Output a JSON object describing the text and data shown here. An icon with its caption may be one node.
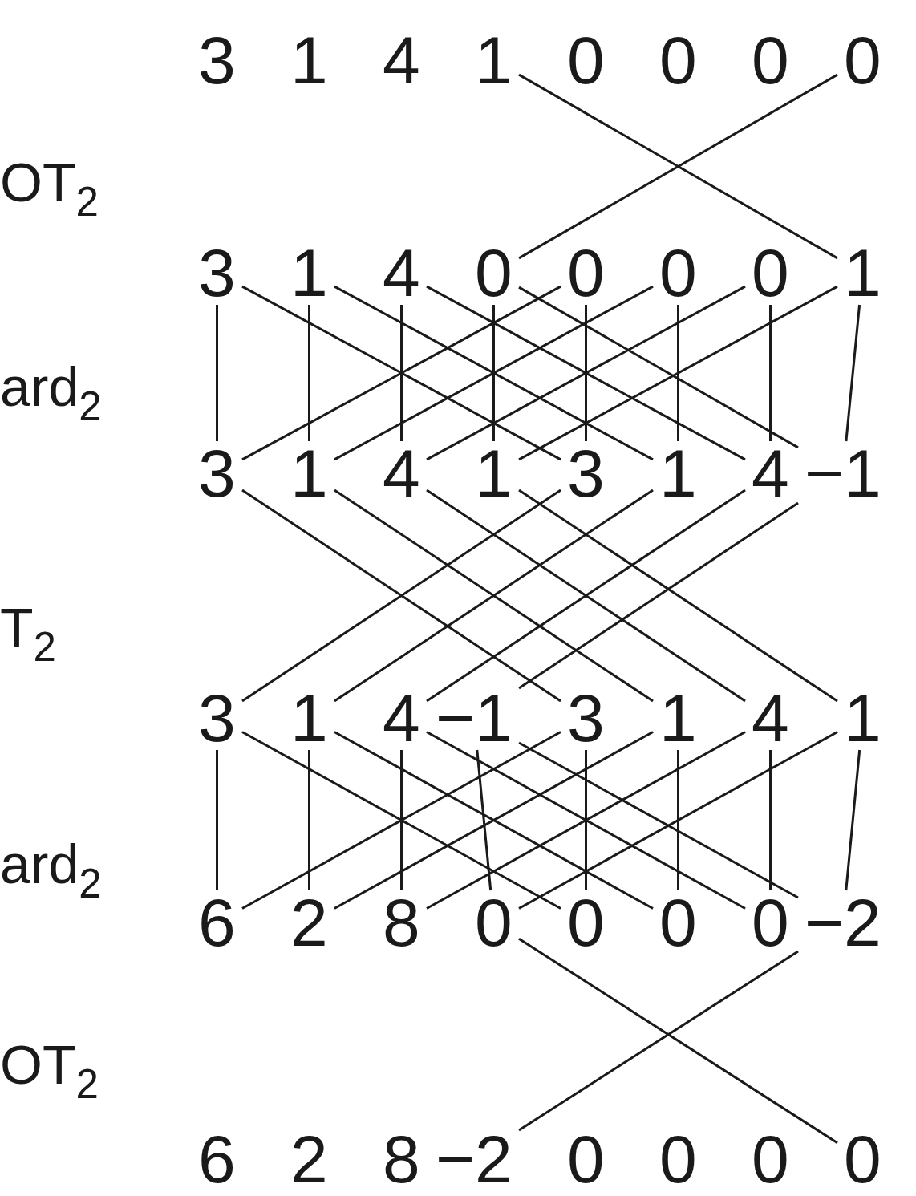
{
  "diagram": {
    "nodes": [
      {
        "text": [
          "3"
        ]
      },
      {
        "text": [
          "1"
        ]
      },
      {
        "text": [
          "4"
        ]
      },
      {
        "text": [
          "1"
        ]
      },
      {
        "text": [
          "0"
        ]
      },
      {
        "text": [
          "0"
        ]
      },
      {
        "text": [
          "0"
        ]
      },
      {
        "text": [
          "0"
        ]
      },
      {
        "text": [
          "3"
        ]
      },
      {
        "text": [
          "1"
        ]
      },
      {
        "text": [
          "4"
        ]
      },
      {
        "text": [
          "0"
        ]
      },
      {
        "text": [
          "0"
        ]
      },
      {
        "text": [
          "0"
        ]
      },
      {
        "text": [
          "0"
        ]
      },
      {
        "text": [
          "1"
        ]
      },
      {
        "text": [
          "3"
        ]
      },
      {
        "text": [
          "1"
        ]
      },
      {
        "text": [
          "4"
        ]
      },
      {
        "text": [
          "1"
        ]
      },
      {
        "text": [
          "3"
        ]
      },
      {
        "text": [
          "1"
        ]
      },
      {
        "text": [
          "4"
        ]
      },
      {
        "text": [
          "−1"
        ]
      },
      {
        "text": [
          "3"
        ]
      },
      {
        "text": [
          "1"
        ]
      },
      {
        "text": [
          "4"
        ]
      },
      {
        "text": [
          "−1"
        ]
      },
      {
        "text": [
          "3"
        ]
      },
      {
        "text": [
          "1"
        ]
      },
      {
        "text": [
          "4"
        ]
      },
      {
        "text": [
          "1"
        ]
      },
      {
        "text": [
          "6"
        ]
      },
      {
        "text": [
          "2"
        ]
      },
      {
        "text": [
          "8"
        ]
      },
      {
        "text": [
          "0"
        ]
      },
      {
        "text": [
          "0"
        ]
      },
      {
        "text": [
          "0"
        ]
      },
      {
        "text": [
          "0"
        ]
      },
      {
        "text": [
          "−2"
        ]
      },
      {
        "text": [
          "6"
        ]
      },
      {
        "text": [
          "2"
        ]
      },
      {
        "text": [
          "8"
        ]
      },
      {
        "text": [
          "−2"
        ]
      },
      {
        "text": [
          "0"
        ]
      },
      {
        "text": [
          "0"
        ]
      },
      {
        "text": [
          "0"
        ]
      },
      {
        "text": [
          "0"
        ]
      }
    ],
    "edges": [
      {
        "from": 3,
        "to": 15,
        "arrow": "none"
      },
      {
        "from": 7,
        "to": 11,
        "arrow": "none"
      },
      {
        "from": 8,
        "to": 16,
        "arrow": "none"
      },
      {
        "from": 12,
        "to": 16,
        "arrow": "none"
      },
      {
        "from": 8,
        "to": 20,
        "arrow": "none"
      },
      {
        "from": 12,
        "to": 20,
        "arrow": "none"
      },
      {
        "from": 9,
        "to": 17,
        "arrow": "none"
      },
      {
        "from": 13,
        "to": 17,
        "arrow": "none"
      },
      {
        "from": 9,
        "to": 21,
        "arrow": "none"
      },
      {
        "from": 13,
        "to": 21,
        "arrow": "none"
      },
      {
        "from": 10,
        "to": 18,
        "arrow": "none"
      },
      {
        "from": 14,
        "to": 18,
        "arrow": "none"
      },
      {
        "from": 10,
        "to": 22,
        "arrow": "none"
      },
      {
        "from": 14,
        "to": 22,
        "arrow": "none"
      },
      {
        "from": 11,
        "to": 19,
        "arrow": "none"
      },
      {
        "from": 15,
        "to": 19,
        "arrow": "none"
      },
      {
        "from": 11,
        "to": 23,
        "arrow": "none"
      },
      {
        "from": 15,
        "to": 23,
        "arrow": "none"
      },
      {
        "from": 16,
        "to": 28,
        "arrow": "none"
      },
      {
        "from": 20,
        "to": 24,
        "arrow": "none"
      },
      {
        "from": 17,
        "to": 29,
        "arrow": "none"
      },
      {
        "from": 21,
        "to": 25,
        "arrow": "none"
      },
      {
        "from": 18,
        "to": 30,
        "arrow": "none"
      },
      {
        "from": 22,
        "to": 26,
        "arrow": "none"
      },
      {
        "from": 19,
        "to": 31,
        "arrow": "none"
      },
      {
        "from": 23,
        "to": 27,
        "arrow": "none"
      },
      {
        "from": 24,
        "to": 32,
        "arrow": "none"
      },
      {
        "from": 28,
        "to": 32,
        "arrow": "none"
      },
      {
        "from": 24,
        "to": 36,
        "arrow": "none"
      },
      {
        "from": 28,
        "to": 36,
        "arrow": "none"
      },
      {
        "from": 25,
        "to": 33,
        "arrow": "none"
      },
      {
        "from": 29,
        "to": 33,
        "arrow": "none"
      },
      {
        "from": 25,
        "to": 37,
        "arrow": "none"
      },
      {
        "from": 29,
        "to": 37,
        "arrow": "none"
      },
      {
        "from": 26,
        "to": 34,
        "arrow": "none"
      },
      {
        "from": 30,
        "to": 34,
        "arrow": "none"
      },
      {
        "from": 26,
        "to": 38,
        "arrow": "none"
      },
      {
        "from": 30,
        "to": 38,
        "arrow": "none"
      },
      {
        "from": 27,
        "to": 35,
        "arrow": "none"
      },
      {
        "from": 31,
        "to": 35,
        "arrow": "none"
      },
      {
        "from": 27,
        "to": 39,
        "arrow": "none"
      },
      {
        "from": 31,
        "to": 39,
        "arrow": "none"
      },
      {
        "from": 35,
        "to": 47,
        "arrow": "none"
      },
      {
        "from": 39,
        "to": 43,
        "arrow": "none"
      }
    ],
    "labels": [
      "OT$_{2}$",
      "ard$_{2}$",
      "T$_{2}$",
      "ard$_{2}$",
      "OT$_{2}$"
    ]
  }
}
